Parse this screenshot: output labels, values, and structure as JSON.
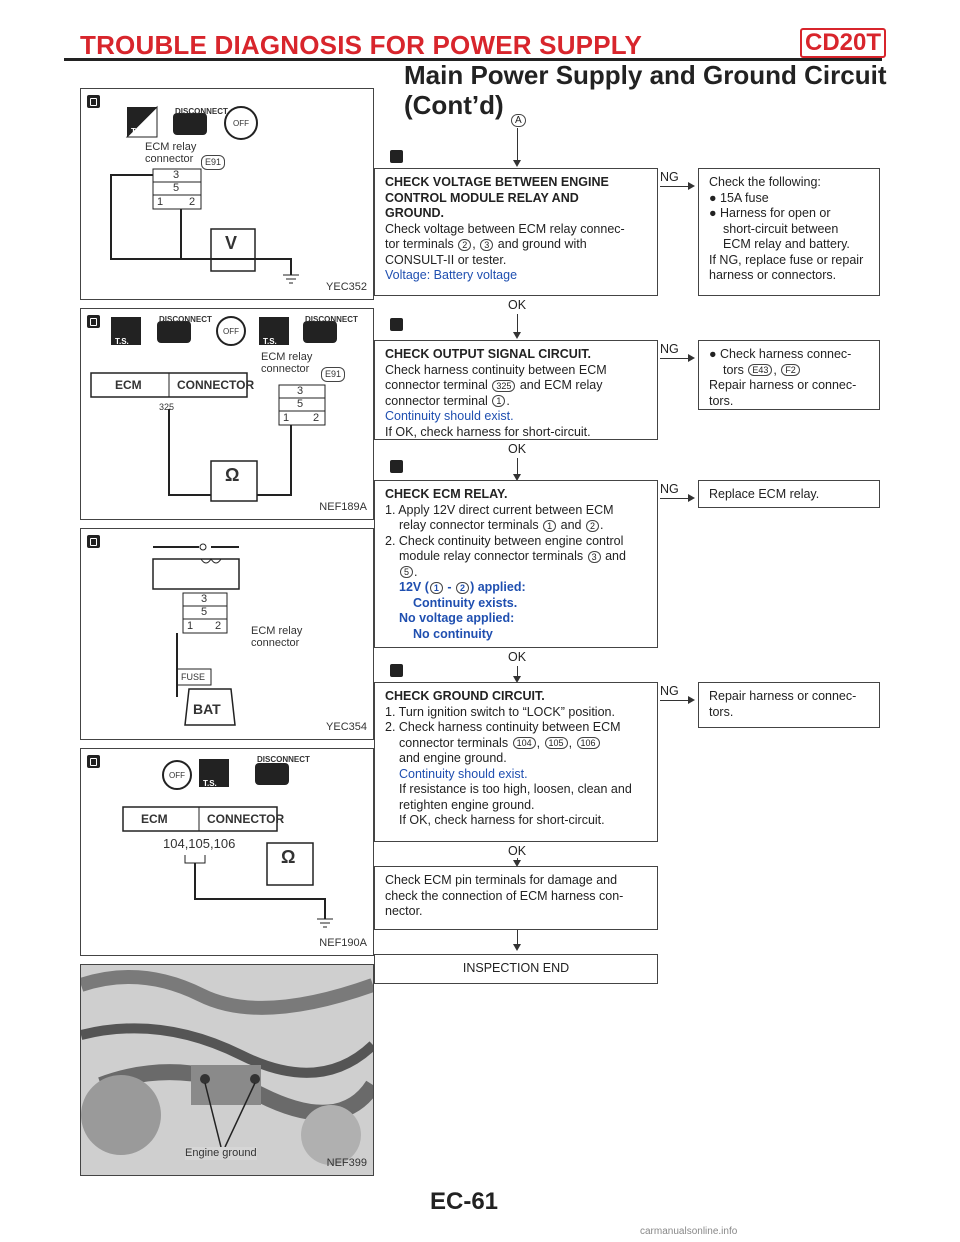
{
  "header": {
    "title": "TROUBLE DIAGNOSIS FOR POWER SUPPLY",
    "code": "CD20T",
    "subtitle_line1": "Main Power Supply and Ground Circuit",
    "subtitle_line2": "(Cont’d)"
  },
  "figures": {
    "fig1": {
      "code": "YEC352",
      "relay_label_1": "ECM relay",
      "relay_label_2": "connector",
      "connector_id": "E91",
      "disconnect": "DISCONNECT",
      "ts": "T.S.",
      "off": "OFF",
      "pins_top": "3",
      "pins_mid": "5",
      "pins_bl": "1",
      "pins_br": "2",
      "meter": "V"
    },
    "fig2": {
      "code": "NEF189A",
      "relay_label_1": "ECM relay",
      "relay_label_2": "connector",
      "connector_id": "E91",
      "disconnect": "DISCONNECT",
      "ts": "T.S.",
      "off": "OFF",
      "ecm": "ECM",
      "connector_word": "CONNECTOR",
      "pin_325": "325",
      "pins_top": "3",
      "pins_mid": "5",
      "pins_bl": "1",
      "pins_br": "2",
      "meter": "Ω"
    },
    "fig3": {
      "code": "YEC354",
      "relay_label_1": "ECM relay",
      "relay_label_2": "connector",
      "fuse": "FUSE",
      "bat": "BAT",
      "pins_top": "3",
      "pins_mid": "5",
      "pins_bl": "1",
      "pins_br": "2"
    },
    "fig4": {
      "code": "NEF190A",
      "disconnect": "DISCONNECT",
      "ts": "T.S.",
      "off": "OFF",
      "ecm": "ECM",
      "connector_word": "CONNECTOR",
      "pins": "104,105,106",
      "meter": "Ω"
    },
    "fig5": {
      "code": "NEF399",
      "label": "Engine ground"
    }
  },
  "flow": {
    "start_marker": "A",
    "ng_label": "NG",
    "ok_label": "OK",
    "step1": {
      "title_1": "CHECK VOLTAGE BETWEEN ENGINE",
      "title_2": "CONTROL MODULE RELAY AND",
      "title_3": "GROUND.",
      "line_1": "Check voltage between ECM relay connec-",
      "line_2a": "tor terminals",
      "t_a": "2",
      "line_2b": ",",
      "t_b": "3",
      "line_2c": "and ground with",
      "line_3": "CONSULT-II or tester.",
      "spec": "Voltage: Battery voltage",
      "ng_1": "Check the following:",
      "ng_2": "15A fuse",
      "ng_3": "Harness for open or",
      "ng_4": "short-circuit between",
      "ng_5": "ECM relay and battery.",
      "ng_6": "If NG, replace fuse or repair",
      "ng_7": "harness or connectors."
    },
    "step2": {
      "title": "CHECK OUTPUT SIGNAL CIRCUIT.",
      "line_1": "Check harness continuity between ECM",
      "line_2a": "connector terminal",
      "t_a": "325",
      "line_2b": "and ECM relay",
      "line_3a": "connector terminal",
      "t_b": "1",
      "line_3b": ".",
      "spec": "Continuity should exist.",
      "line_4": "If OK, check harness for short-circuit.",
      "ng_1a": "Check harness connec-",
      "ng_1b": "tors",
      "ng_c1": "E43",
      "ng_sep": ",",
      "ng_c2": "F2",
      "ng_2": "Repair harness or connec-",
      "ng_3": "tors."
    },
    "step3": {
      "title": "CHECK ECM RELAY.",
      "line_1": "1. Apply 12V direct current between ECM",
      "line_2a": "relay connector terminals",
      "t_a": "1",
      "line_2b": "and",
      "t_b": "2",
      "line_2c": ".",
      "line_3": "2. Check continuity between engine control",
      "line_4a": "module relay connector terminals",
      "t_c": "3",
      "line_4b": "and",
      "t_d": "5",
      "line_5": ".",
      "spec_1a": "12V (",
      "spec_t1": "1",
      "spec_dash": "-",
      "spec_t2": "2",
      "spec_1b": ") applied:",
      "spec_2": "Continuity exists.",
      "spec_3": "No voltage applied:",
      "spec_4": "No continuity",
      "ng_1": "Replace ECM relay."
    },
    "step4": {
      "title": "CHECK GROUND CIRCUIT.",
      "line_1": "1. Turn ignition switch to “LOCK” position.",
      "line_2": "2. Check harness continuity between ECM",
      "line_3a": "connector terminals",
      "t_a": "104",
      "t_b": "105",
      "t_c": "106",
      "line_4": "and engine ground.",
      "spec": "Continuity should exist.",
      "line_5": "If resistance is too high, loosen, clean and",
      "line_6": "retighten engine ground.",
      "line_7": "If OK, check harness for short-circuit.",
      "ng_1": "Repair harness or connec-",
      "ng_2": "tors."
    },
    "step5": {
      "line_1": "Check ECM pin terminals for damage and",
      "line_2": "check the connection of ECM harness con-",
      "line_3": "nector."
    },
    "end": "INSPECTION END"
  },
  "footer": {
    "page": "EC-61",
    "watermark": "carmanualsonline.info"
  }
}
